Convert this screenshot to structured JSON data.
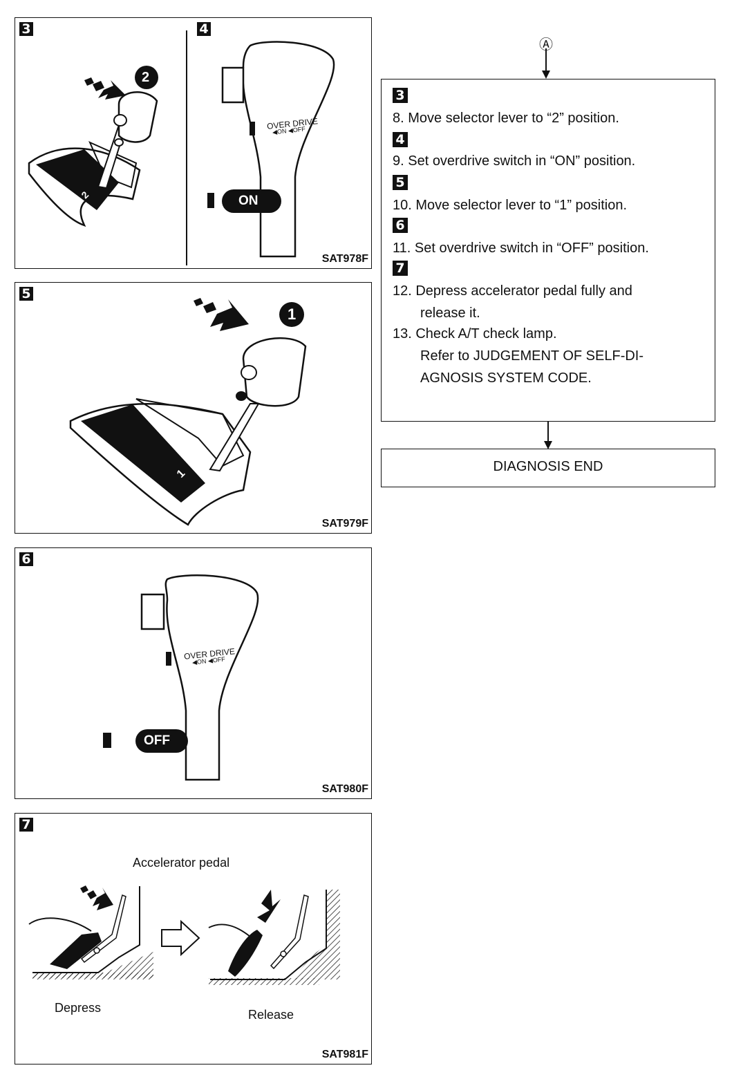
{
  "panels": {
    "p34": {
      "badge_left": "3",
      "badge_right": "4",
      "code": "SAT978F"
    },
    "p5": {
      "badge": "5",
      "code": "SAT979F"
    },
    "p6": {
      "badge": "6",
      "code": "SAT980F"
    },
    "p7": {
      "badge": "7",
      "code": "SAT981F",
      "title": "Accelerator pedal",
      "depress": "Depress",
      "release": "Release"
    }
  },
  "figure_text": {
    "gear2": "2",
    "gear1": "1",
    "gate2": "2",
    "gate1": "1",
    "overdrive": "OVER DRIVE",
    "overdrive_sub": "◀ON ◀OFF",
    "on_label": "ON",
    "off_label": "OFF"
  },
  "connector": "Ⓐ",
  "instructions": {
    "steps": [
      {
        "badge": "3",
        "lines": [
          "8. Move selector lever to “2” position."
        ]
      },
      {
        "badge": "4",
        "lines": [
          "9. Set overdrive switch in “ON” position."
        ]
      },
      {
        "badge": "5",
        "lines": [
          "10. Move selector lever to “1” position."
        ]
      },
      {
        "badge": "6",
        "lines": [
          "11. Set overdrive switch in “OFF” position."
        ]
      },
      {
        "badge": "7",
        "lines": [
          "12. Depress accelerator pedal fully and",
          "release it.",
          "13. Check A/T check lamp.",
          "Refer to JUDGEMENT OF SELF-DI-",
          "AGNOSIS SYSTEM CODE."
        ]
      }
    ]
  },
  "end_label": "DIAGNOSIS END"
}
